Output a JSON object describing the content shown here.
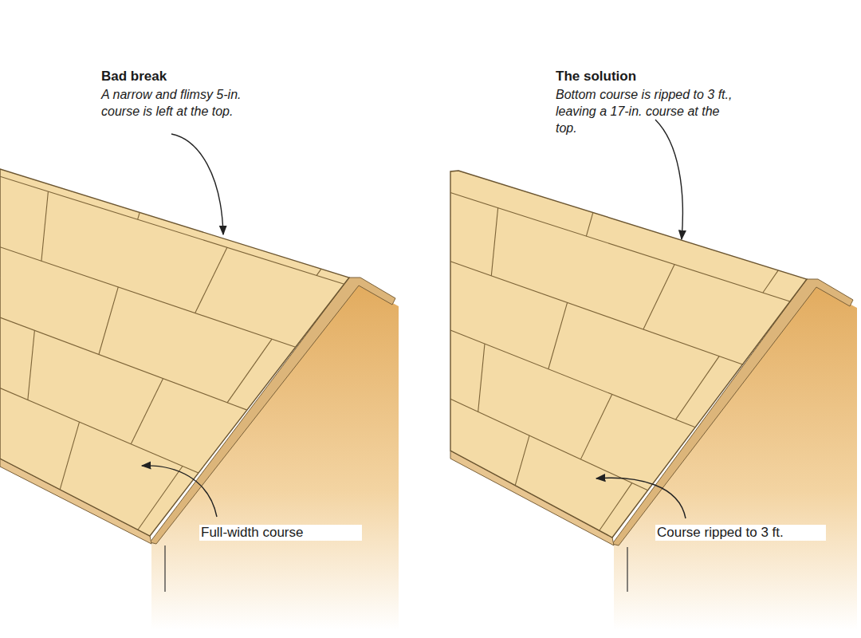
{
  "diagram": {
    "labels": [
      "Bad break",
      "A narrow and flimsy 5-in. course is left at the top.",
      "The solution",
      "Bottom course is ripped to 3 ft., leaving a 17-in. course at the top.",
      "Full-width course",
      "Course ripped to 3 ft."
    ]
  }
}
